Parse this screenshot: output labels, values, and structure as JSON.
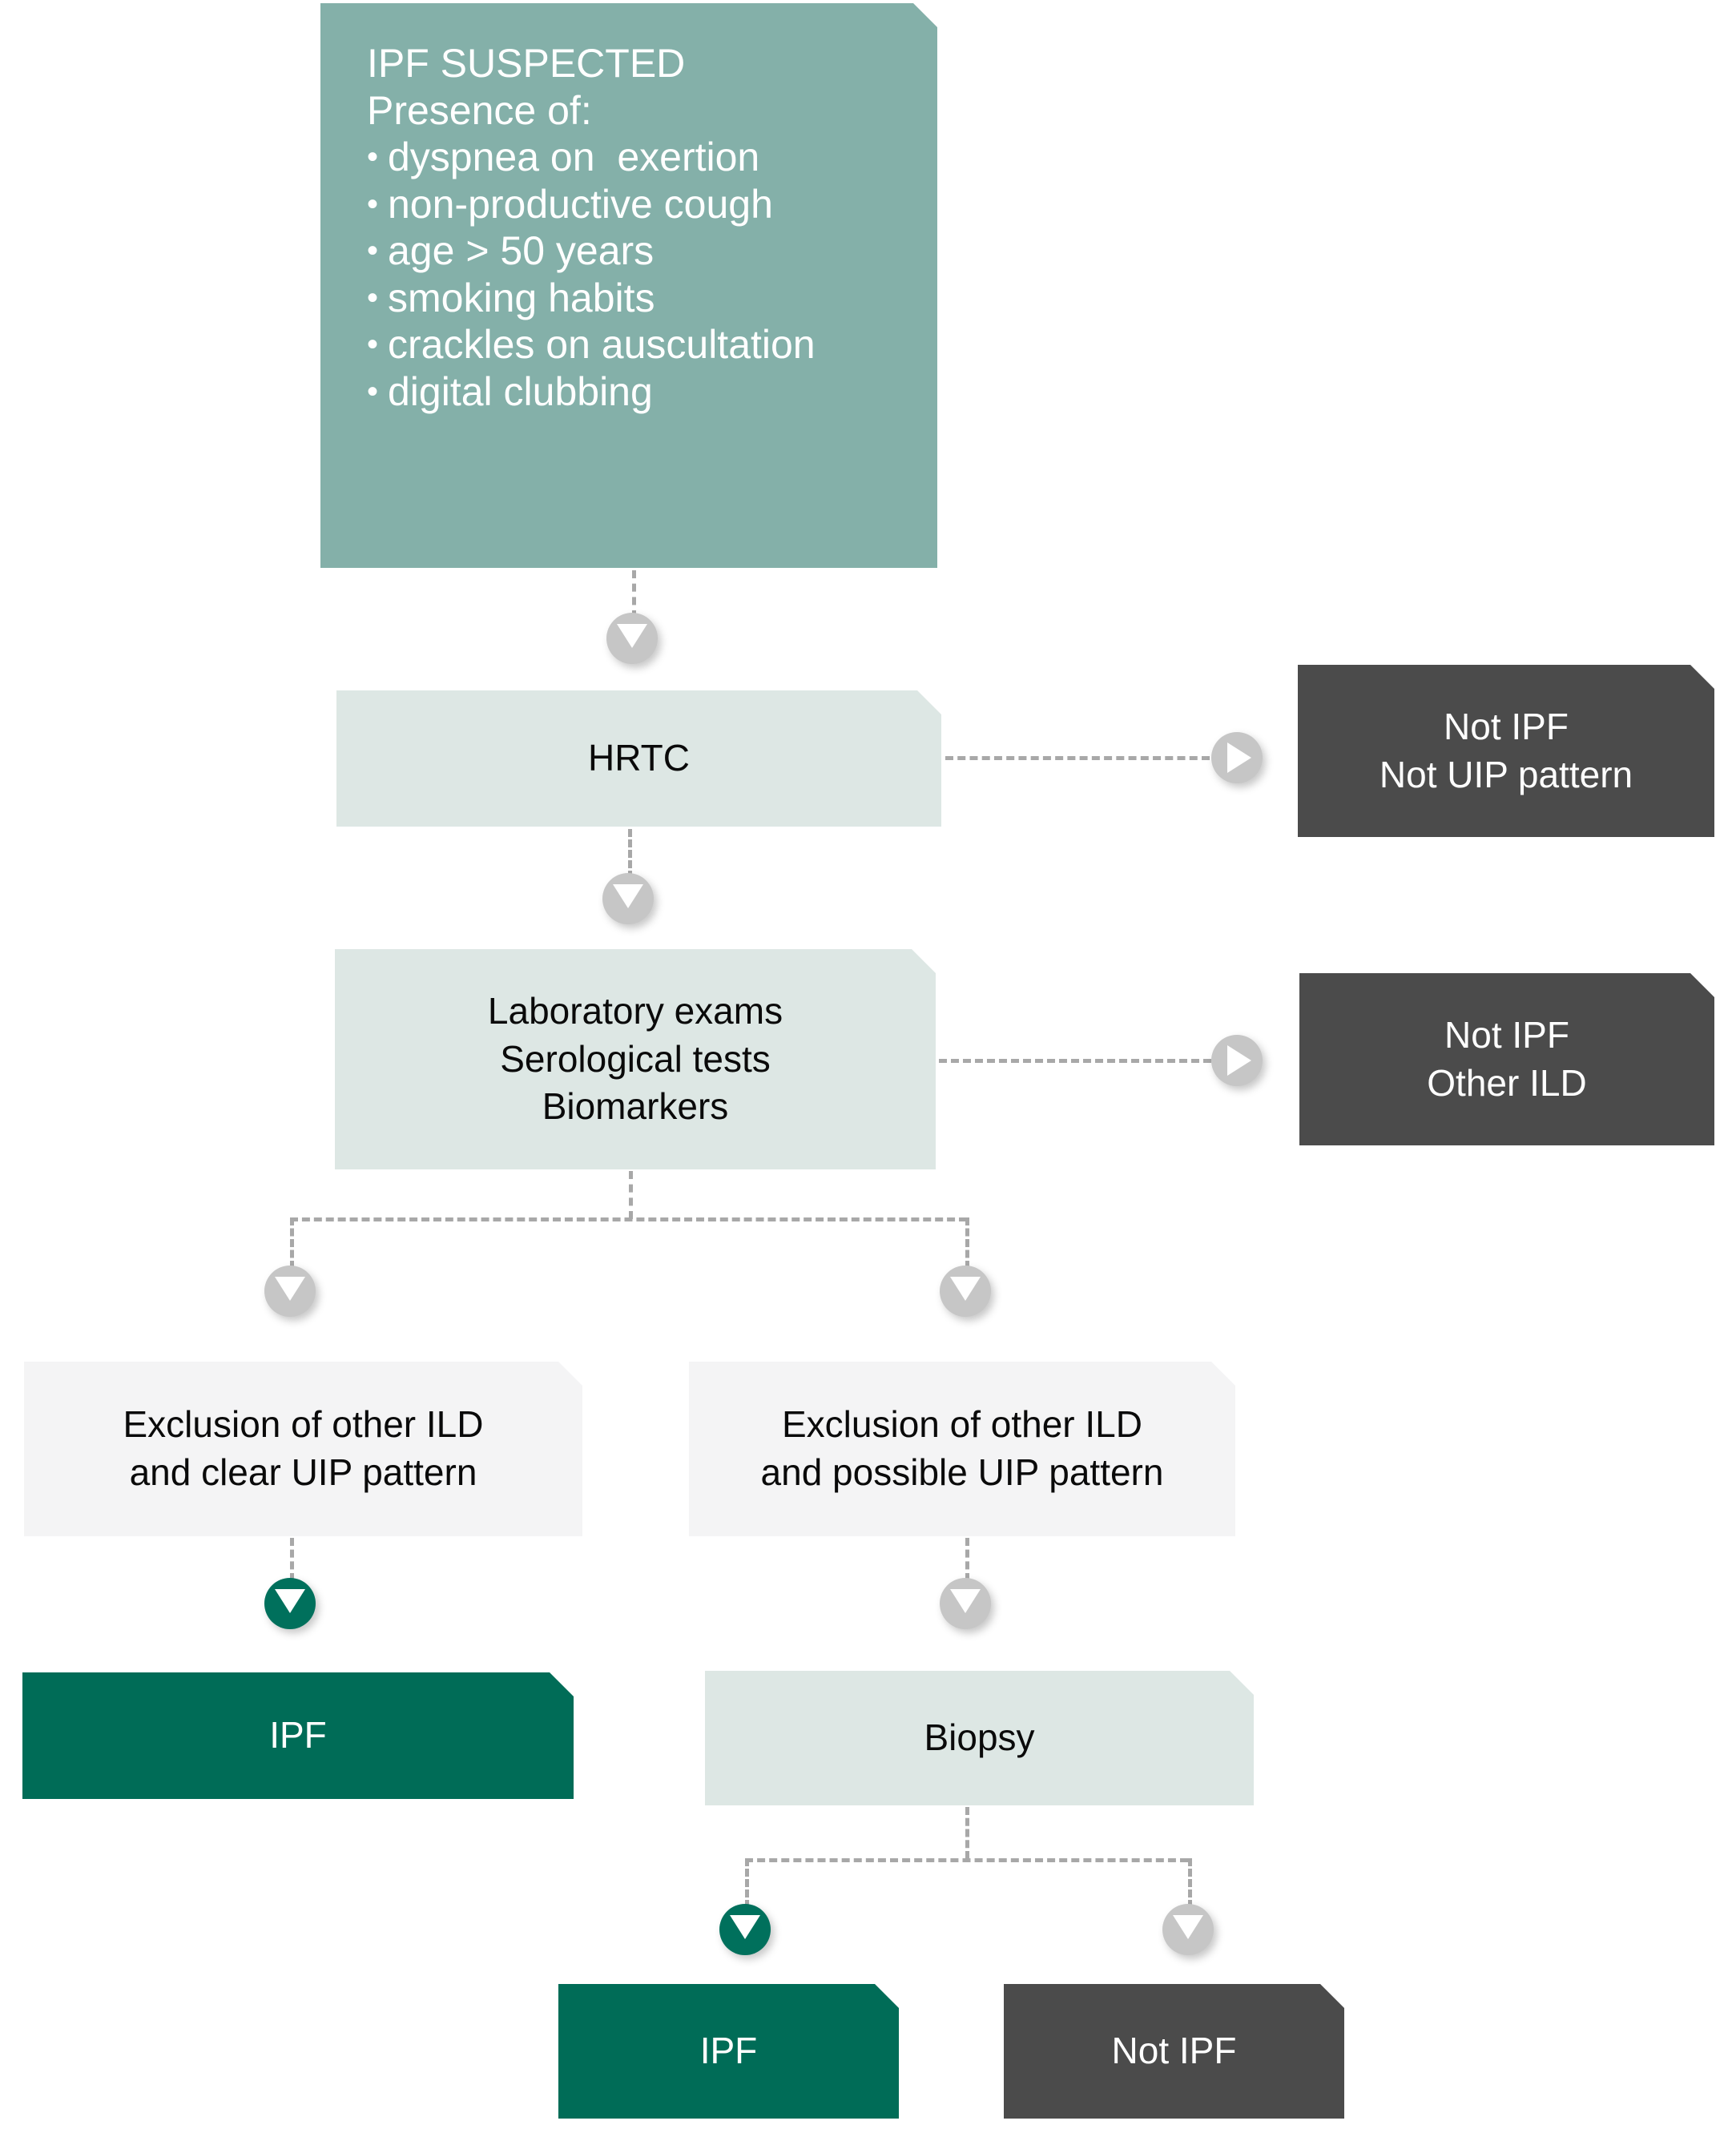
{
  "diagram": {
    "title": "IPF diagnostic algorithm flowchart",
    "colors": {
      "teal_header": "#84b0a9",
      "pale_step": "#dde7e4",
      "white_step": "#f4f4f5",
      "dark_outcome": "#4b4b4b",
      "green_outcome": "#006c57",
      "connector_grey": "#a8a8a8",
      "marker_grey": "#c6c6c6",
      "marker_green": "#00705c"
    }
  },
  "nodes": {
    "suspected": {
      "heading": "IPF SUSPECTED",
      "subheading": "Presence of:",
      "bullets": [
        "dyspnea on  exertion",
        "non-productive cough",
        "age > 50 years",
        "smoking habits",
        "crackles on auscultation",
        "digital clubbing"
      ],
      "bullet_glyph": "•"
    },
    "hrtc": {
      "label": "HRTC"
    },
    "not_ipf_not_uip": {
      "line1": "Not IPF",
      "line2": "Not UIP pattern"
    },
    "lab": {
      "line1": "Laboratory exams",
      "line2": "Serological tests",
      "line3": "Biomarkers"
    },
    "not_ipf_other_ild": {
      "line1": "Not IPF",
      "line2": "Other ILD"
    },
    "exclusion_clear": {
      "line1": "Exclusion of other ILD",
      "line2": "and clear UIP pattern"
    },
    "exclusion_possible": {
      "line1": "Exclusion of other ILD",
      "line2": "and possible UIP pattern"
    },
    "ipf_left": {
      "label": "IPF"
    },
    "biopsy": {
      "label": "Biopsy"
    },
    "ipf_bottom": {
      "label": "IPF"
    },
    "not_ipf_bottom": {
      "label": "Not IPF"
    }
  },
  "markers": {
    "down_icon": "triangle-down",
    "right_icon": "triangle-right"
  }
}
